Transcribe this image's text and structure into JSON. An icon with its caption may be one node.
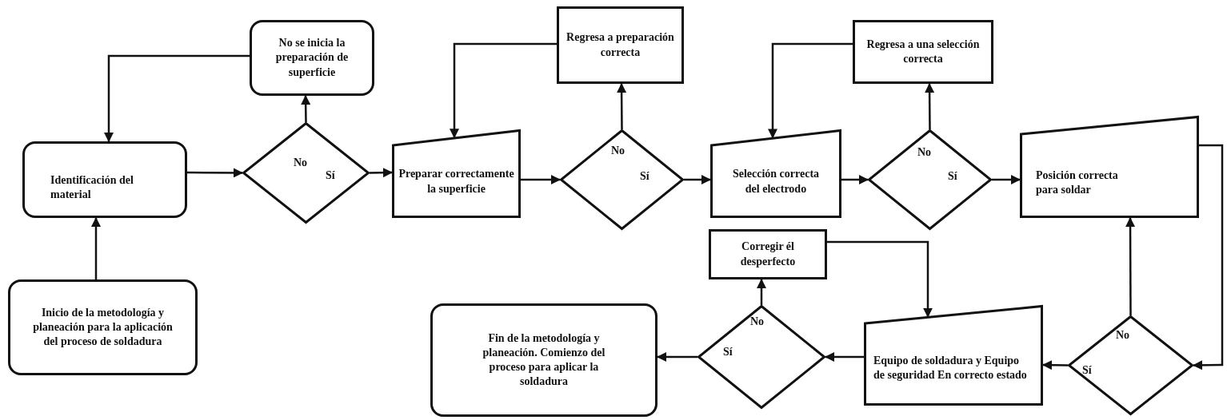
{
  "diagram": {
    "nodes": [
      {
        "text": [
          "Inicio de la metodología y planeación para la aplicación del proceso de soldadura"
        ]
      },
      {
        "text": [
          "Identificación del material"
        ]
      },
      {
        "text": [
          "No",
          "Sí"
        ]
      },
      {
        "text": [
          "No se inicia la preparación de superficie"
        ]
      },
      {
        "text": [
          "Preparar correctamente la superficie"
        ]
      },
      {
        "text": [
          "No",
          "Sí"
        ]
      },
      {
        "text": [
          "Regresa a preparación correcta"
        ]
      },
      {
        "text": [
          "Selección correcta del electrodo"
        ]
      },
      {
        "text": [
          "No",
          "Sí"
        ]
      },
      {
        "text": [
          "Regresa a una selección correcta"
        ]
      },
      {
        "text": [
          "Posición correcta para soldar"
        ]
      },
      {
        "text": [
          "No",
          "Sí"
        ]
      },
      {
        "text": [
          "Equipo de soldadura y Equipo de seguridad En correcto estado"
        ]
      },
      {
        "text": [
          "No",
          "Sí"
        ]
      },
      {
        "text": [
          "Corregir él desperfecto"
        ]
      },
      {
        "text": [
          "Fin de la metodología y planeación. Comienzo del proceso para aplicar la soldadura"
        ]
      }
    ],
    "edges": [
      {
        "from": 0,
        "to": 1,
        "arrow": "to"
      },
      {
        "from": 1,
        "to": 2,
        "arrow": "to"
      },
      {
        "from": 2,
        "to": 3,
        "arrow": "to"
      },
      {
        "from": 3,
        "to": 1,
        "arrow": "to"
      },
      {
        "from": 2,
        "to": 4,
        "arrow": "to"
      },
      {
        "from": 4,
        "to": 5,
        "arrow": "to"
      },
      {
        "from": 5,
        "to": 6,
        "arrow": "to"
      },
      {
        "from": 6,
        "to": 4,
        "arrow": "to"
      },
      {
        "from": 5,
        "to": 7,
        "arrow": "to"
      },
      {
        "from": 7,
        "to": 8,
        "arrow": "to"
      },
      {
        "from": 8,
        "to": 9,
        "arrow": "to"
      },
      {
        "from": 9,
        "to": 7,
        "arrow": "to"
      },
      {
        "from": 8,
        "to": 10,
        "arrow": "to"
      },
      {
        "from": 10,
        "to": 11,
        "arrow": "to"
      },
      {
        "from": 11,
        "to": 10,
        "arrow": "to"
      },
      {
        "from": 11,
        "to": 12,
        "arrow": "to"
      },
      {
        "from": 12,
        "to": 13,
        "arrow": "to"
      },
      {
        "from": 13,
        "to": 14,
        "arrow": "to"
      },
      {
        "from": 14,
        "to": 12,
        "arrow": "to"
      },
      {
        "from": 13,
        "to": 15,
        "arrow": "to"
      }
    ]
  }
}
